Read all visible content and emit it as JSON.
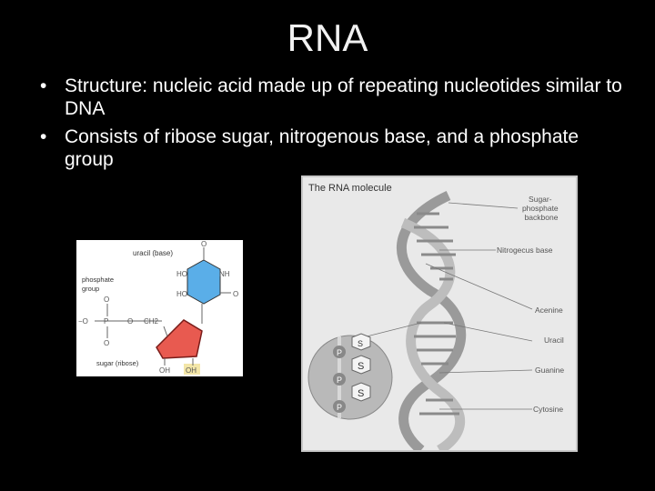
{
  "slide": {
    "title": "RNA",
    "bullets": [
      "Structure: nucleic acid made up of repeating nucleotides similar to DNA",
      "Consists of ribose sugar, nitrogenous base, and a phosphate group"
    ]
  },
  "nucleotide_figure": {
    "base_label": "uracil (base)",
    "phosphate_label": "phosphate group",
    "phosphate_label_lines": [
      "phosphate",
      "group"
    ],
    "sugar_label": "sugar (ribose)",
    "atoms": {
      "O": "O",
      "HO": "HO",
      "NH": "NH",
      "C": "C",
      "CH2": "CH2",
      "OH": "OH",
      "minus_O": "−O",
      "P": "P"
    },
    "colors": {
      "base": "#5aaee8",
      "sugar": "#e85a50",
      "highlight": "#f3e6a8"
    }
  },
  "rna_figure": {
    "title": "The RNA molecule",
    "labels": {
      "backbone": "Sugar-phosphate backbone",
      "backbone_lines": [
        "Sugar-",
        "phosphate",
        "backbone"
      ],
      "nitrogenous_base": "Nitrogecus base",
      "adenine": "Acenine",
      "uracil": "Uracil",
      "guanine": "Guanine",
      "cytosine": "Cytosine"
    },
    "inset_letters": {
      "phosphate": "P",
      "sugar": "S"
    }
  }
}
